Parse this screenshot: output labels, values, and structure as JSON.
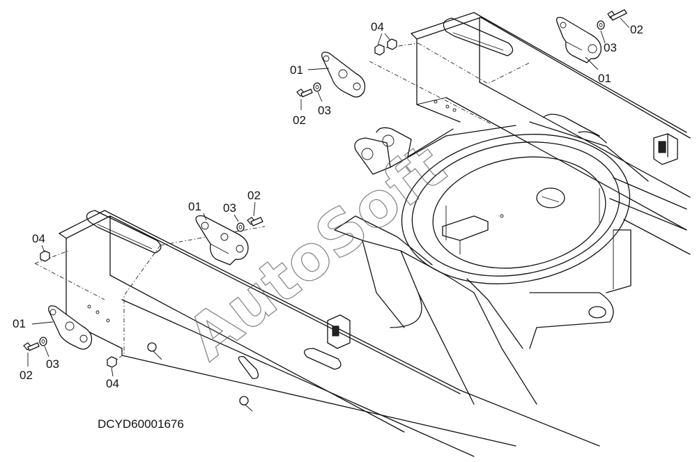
{
  "diagram": {
    "drawing_code": "DCYD60001676",
    "watermark": "AutoSoft",
    "callouts": [
      {
        "id": "c-tr-04",
        "text": "04"
      },
      {
        "id": "c-tr-02",
        "text": "02"
      },
      {
        "id": "c-tr-03",
        "text": "03"
      },
      {
        "id": "c-tr-01",
        "text": "01"
      },
      {
        "id": "c-tm-01",
        "text": "01"
      },
      {
        "id": "c-tm-02",
        "text": "02"
      },
      {
        "id": "c-tm-03",
        "text": "03"
      },
      {
        "id": "c-ml-01",
        "text": "01"
      },
      {
        "id": "c-ml-03",
        "text": "03"
      },
      {
        "id": "c-ml-02",
        "text": "02"
      },
      {
        "id": "c-ll-04",
        "text": "04"
      },
      {
        "id": "c-ll-01",
        "text": "01"
      },
      {
        "id": "c-ll-02",
        "text": "02"
      },
      {
        "id": "c-ll-03",
        "text": "03"
      },
      {
        "id": "c-lb-04",
        "text": "04"
      }
    ]
  }
}
